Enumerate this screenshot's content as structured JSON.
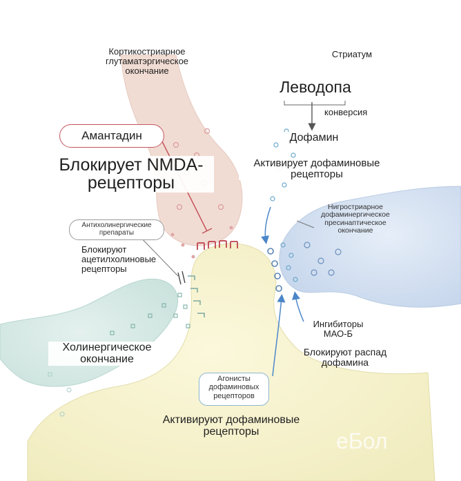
{
  "labels": {
    "cortical_ending": "Кортикостриарное\nглутаматэргическое\nокончание",
    "striatum": "Стриатум",
    "levodopa": "Леводопа",
    "conversion": "конверсия",
    "dopamine": "Дофамин",
    "activates_dopamine_receptors_top": "Активирует дофаминовые\nрецепторы",
    "amantadine": "Амантадин",
    "blocks_nmda": "Блокирует NMDA-\nрецепторы",
    "anticholinergic_drugs": "Антихолинергические\nпрепараты",
    "blocks_acetylcholine": "Блокируют\nацетилхолиновые\nрецепторы",
    "nigrostriatal_ending": "Нигростриарное\nдофаминергическое\nпресинаптическое\nокончание",
    "cholinergic_ending": "Холинергическое\nокончание",
    "mao_b_inhibitors": "Ингибиторы\nМАО-Б",
    "blocks_dopamine_breakdown": "Блокируют распад\nдофамина",
    "dopamine_agonists": "Агонисты\nдофаминовых\nрецепторов",
    "activate_dopamine_receptors_bottom": "Активируют дофаминовые\nрецепторы",
    "watermark": "еБол"
  },
  "colors": {
    "cortical_terminal": "#f1dcd3",
    "postsynaptic_neuron": "#f6f2cf",
    "cholinergic_terminal": "#d6e9e5",
    "nigrostriatal_terminal": "#d5e2f1",
    "accent_red": "#c4545c",
    "arrow_blue": "#4b86c8"
  }
}
